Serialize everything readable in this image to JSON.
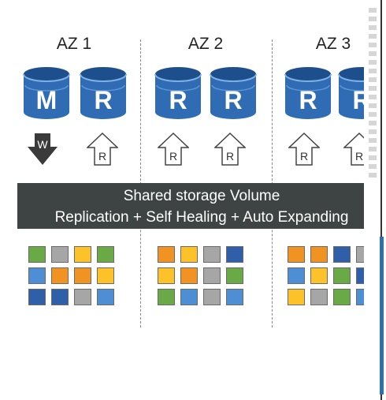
{
  "zones": [
    {
      "label": "AZ 1",
      "dbs": [
        "M",
        "R"
      ],
      "arrows": [
        "W",
        "R"
      ]
    },
    {
      "label": "AZ 2",
      "dbs": [
        "R",
        "R"
      ],
      "arrows": [
        "R",
        "R"
      ]
    },
    {
      "label": "AZ 3",
      "dbs": [
        "R",
        "R"
      ],
      "arrows": [
        "R",
        "R"
      ]
    }
  ],
  "banner": {
    "line1": "Shared storage Volume",
    "line2": "Replication + Self Healing + Auto Expanding"
  },
  "colors": {
    "blue": "#2f5fa8",
    "mid": "#4e8ed4",
    "orange": "#f09322",
    "yellow": "#fdc12a",
    "gray": "#a6a6a6",
    "green": "#6aaa46"
  },
  "blocks": [
    [
      "green",
      "gray",
      "yellow",
      "green",
      "mid",
      "orange",
      "orange",
      "yellow",
      "blue",
      "blue",
      "gray",
      "mid"
    ],
    [
      "orange",
      "yellow",
      "gray",
      "blue",
      "yellow",
      "orange",
      "gray",
      "green",
      "green",
      "mid",
      "gray",
      "mid"
    ],
    [
      "orange",
      "orange",
      "blue",
      "gray",
      "mid",
      "yellow",
      "green",
      "blue",
      "yellow",
      "gray",
      "green",
      "mid"
    ]
  ]
}
